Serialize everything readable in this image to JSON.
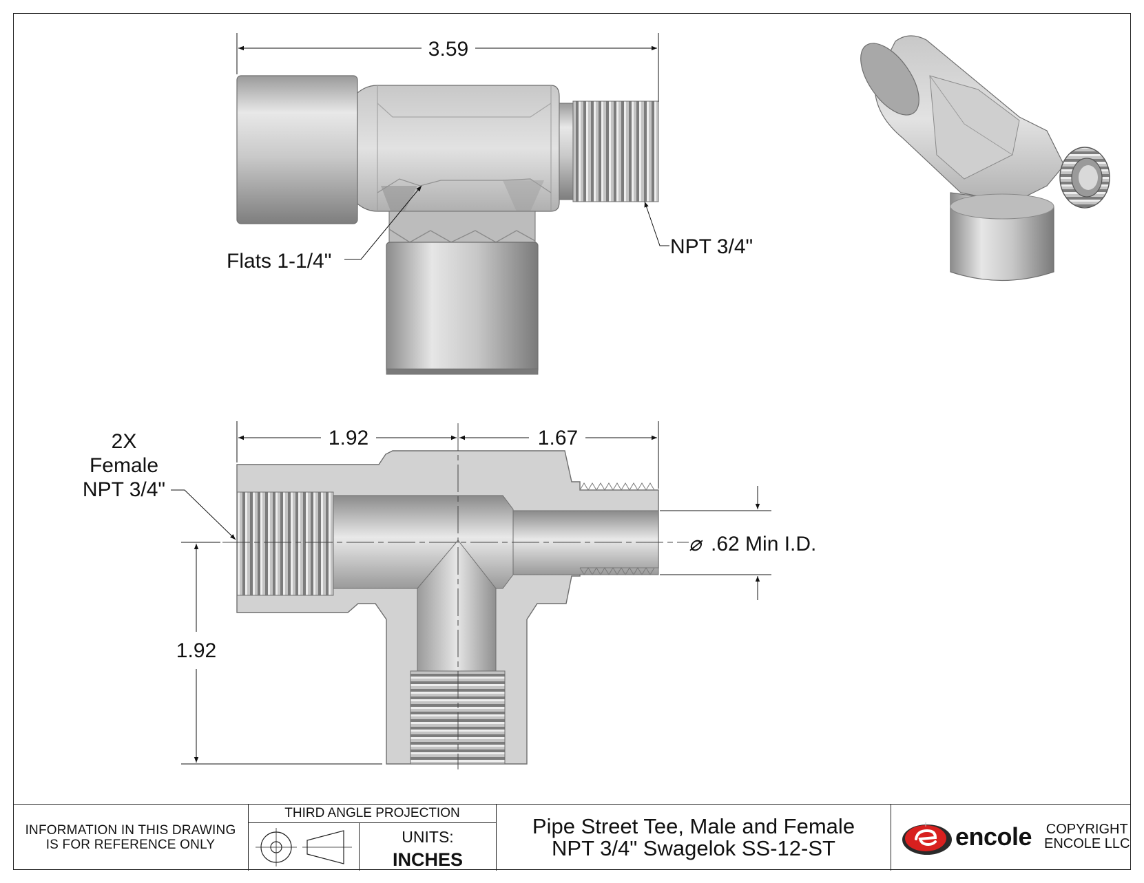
{
  "dimensions": {
    "overall_length": "3.59",
    "left_section": "1.92",
    "right_section": "1.67",
    "branch_height": "1.92",
    "inner_diameter": ".62 Min I.D.",
    "diameter_symbol": "⌀"
  },
  "callouts": {
    "flats": "Flats 1-1/4\"",
    "male_thread": "NPT 3/4\"",
    "female_qty": "2X",
    "female_word": "Female",
    "female_thread": "NPT 3/4\""
  },
  "title_block": {
    "notice_line1": "INFORMATION IN THIS DRAWING",
    "notice_line2": "IS FOR REFERENCE ONLY",
    "projection": "THIRD ANGLE PROJECTION",
    "units_label": "UNITS:",
    "units_value": "INCHES",
    "title_line1": "Pipe Street Tee, Male and Female",
    "title_line2": "NPT 3/4\" Swagelok SS-12-ST",
    "brand": "encole",
    "copyright_line1": "COPYRIGHT",
    "copyright_line2": "ENCOLE  LLC"
  },
  "colors": {
    "steel_light": "#e6e6e6",
    "steel_mid": "#bdbdbd",
    "steel_dark": "#7d7d7d",
    "logo_red": "#d8201f"
  }
}
